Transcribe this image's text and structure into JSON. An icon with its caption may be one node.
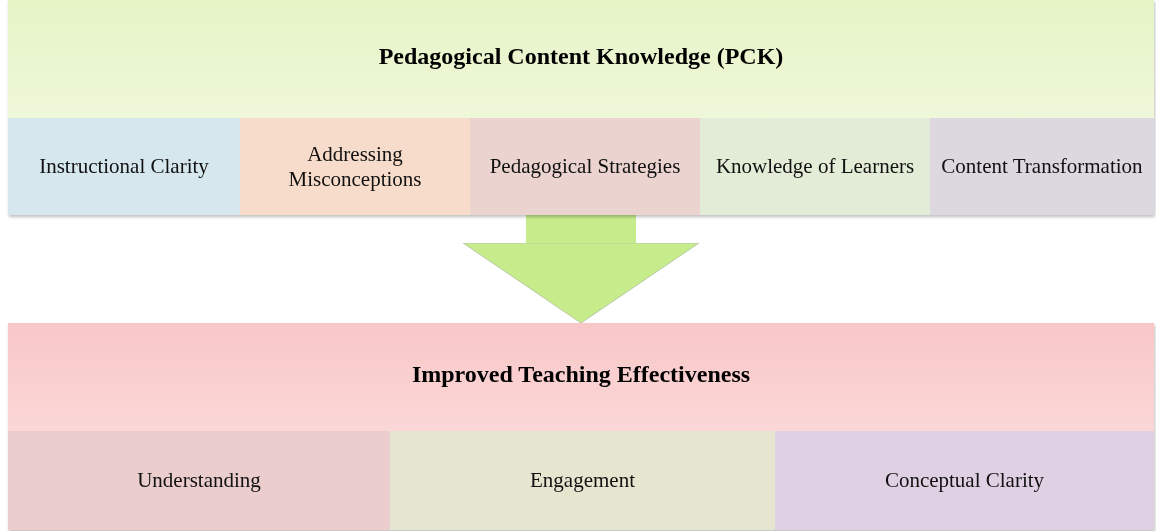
{
  "diagram": {
    "nodes": [
      {
        "text": [
          "Pedagogical Content Knowledge (PCK)"
        ]
      },
      {
        "text": [
          "Instructional Clarity"
        ],
        "in": 0
      },
      {
        "text": [
          "Addressing Misconceptions"
        ],
        "in": 0
      },
      {
        "text": [
          "Pedagogical Strategies"
        ],
        "in": 0
      },
      {
        "text": [
          "Knowledge of Learners"
        ],
        "in": 0
      },
      {
        "text": [
          "Content Transformation"
        ],
        "in": 0
      },
      {
        "text": [
          "Improved Teaching Effectiveness"
        ]
      },
      {
        "text": [
          "Understanding"
        ],
        "in": 6
      },
      {
        "text": [
          "Engagement"
        ],
        "in": 6
      },
      {
        "text": [
          "Conceptual Clarity"
        ],
        "in": 6
      }
    ],
    "edges": [
      {
        "from": 0,
        "to": 6,
        "arrow": "to"
      }
    ]
  }
}
